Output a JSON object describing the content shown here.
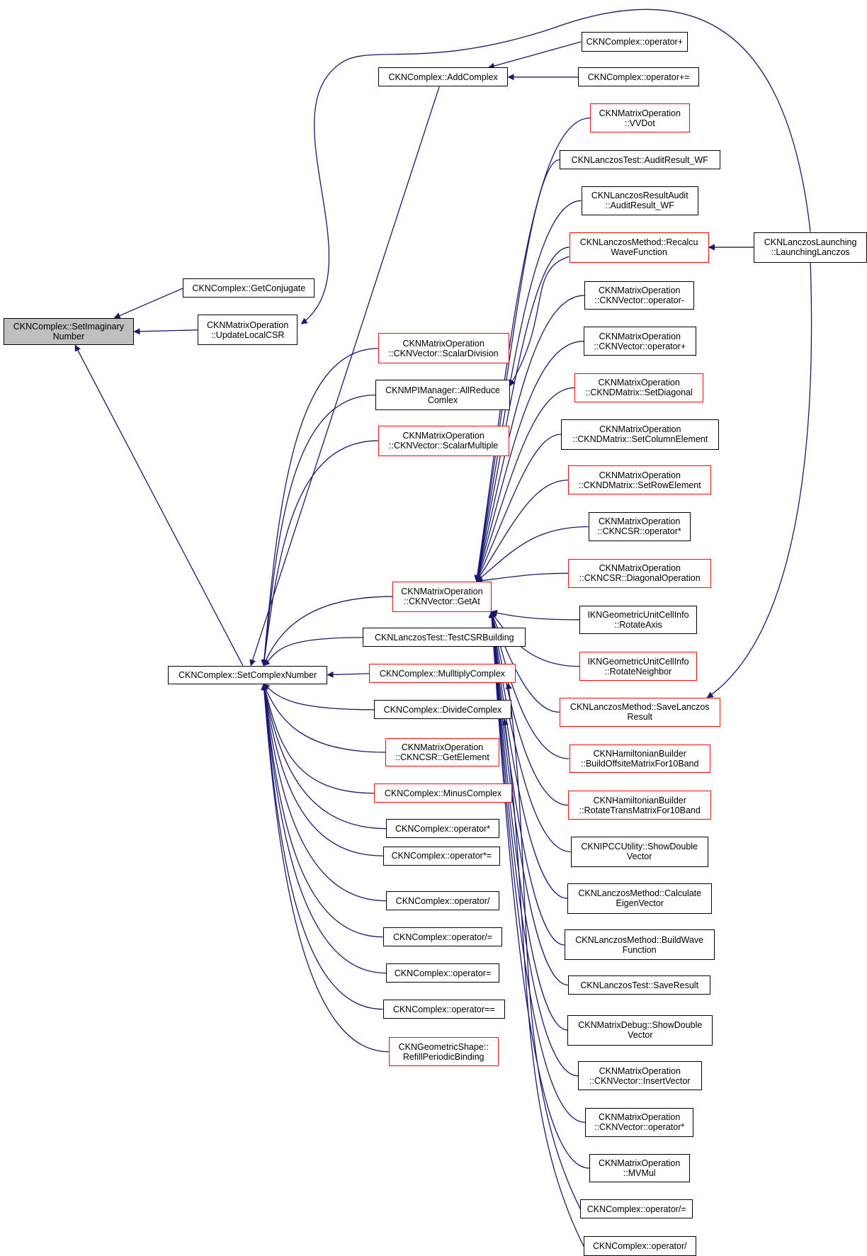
{
  "diagram": {
    "type": "doxygen-caller-graph",
    "colors": {
      "edge": "#191970",
      "box_border": "#000000",
      "box_border_incomplete": "#ff0000",
      "root_fill": "#bfbfbf",
      "box_fill": "#ffffff"
    },
    "nodes": [
      {
        "id": "n0",
        "label": "CKNComplex::SetImaginary\nNumber",
        "style": "root"
      },
      {
        "id": "n1",
        "label": "CKNComplex::GetConjugate",
        "style": "normal"
      },
      {
        "id": "n2",
        "label": "CKNMatrixOperation\n::UpdateLocalCSR",
        "style": "normal"
      },
      {
        "id": "n3",
        "label": "CKNComplex::SetComplexNumber",
        "style": "normal"
      },
      {
        "id": "n4",
        "label": "CKNComplex::AddComplex",
        "style": "normal"
      },
      {
        "id": "n5",
        "label": "CKNComplex::operator+",
        "style": "normal"
      },
      {
        "id": "n6",
        "label": "CKNComplex::operator+=",
        "style": "normal"
      },
      {
        "id": "n7",
        "label": "CKNMatrixOperation\n::VVDot",
        "style": "red"
      },
      {
        "id": "n8",
        "label": "CKNLanczosTest::AuditResult_WF",
        "style": "normal"
      },
      {
        "id": "n9",
        "label": "CKNLanczosResultAudit\n::AuditResult_WF",
        "style": "normal"
      },
      {
        "id": "n10",
        "label": "CKNLanczosMethod::Recalcu\nWaveFunction",
        "style": "red"
      },
      {
        "id": "n11",
        "label": "CKNLanczosLaunching\n::LaunchingLanczos",
        "style": "normal"
      },
      {
        "id": "n12",
        "label": "CKNMatrixOperation\n::CKNVector::operator-",
        "style": "normal"
      },
      {
        "id": "n13",
        "label": "CKNMatrixOperation\n::CKNVector::operator+",
        "style": "normal"
      },
      {
        "id": "n14",
        "label": "CKNMatrixOperation\n::CKNDMatrix::SetDiagonal",
        "style": "red"
      },
      {
        "id": "n15",
        "label": "CKNMatrixOperation\n::CKNDMatrix::SetColumnElement",
        "style": "normal"
      },
      {
        "id": "n16",
        "label": "CKNMatrixOperation\n::CKNDMatrix::SetRowElement",
        "style": "red"
      },
      {
        "id": "n17",
        "label": "CKNMatrixOperation\n::CKNCSR::operator*",
        "style": "normal"
      },
      {
        "id": "n18",
        "label": "CKNMatrixOperation\n::CKNCSR::DiagonalOperation",
        "style": "red"
      },
      {
        "id": "n19",
        "label": "IKNGeometricUnitCellInfo\n::RotateAxis",
        "style": "normal"
      },
      {
        "id": "n20",
        "label": "IKNGeometricUnitCellInfo\n::RotateNeighbor",
        "style": "red"
      },
      {
        "id": "n21",
        "label": "CKNLanczosMethod::SaveLanczos\nResult",
        "style": "red"
      },
      {
        "id": "n22",
        "label": "CKNHamiltonianBuilder\n::BuildOffsiteMatrixFor10Band",
        "style": "red"
      },
      {
        "id": "n23",
        "label": "CKNHamiltonianBuilder\n::RotateTransMatrixFor10Band",
        "style": "red"
      },
      {
        "id": "n24",
        "label": "CKNIPCCUtility::ShowDouble\nVector",
        "style": "normal"
      },
      {
        "id": "n25",
        "label": "CKNLanczosMethod::Calculate\nEigenVector",
        "style": "normal"
      },
      {
        "id": "n26",
        "label": "CKNLanczosMethod::BuildWave\nFunction",
        "style": "normal"
      },
      {
        "id": "n27",
        "label": "CKNLanczosTest::SaveResult",
        "style": "normal"
      },
      {
        "id": "n28",
        "label": "CKNMatrixDebug::ShowDouble\nVector",
        "style": "normal"
      },
      {
        "id": "n29",
        "label": "CKNMatrixOperation\n::CKNVector::InsertVector",
        "style": "normal"
      },
      {
        "id": "n30",
        "label": "CKNMatrixOperation\n::CKNVector::operator*",
        "style": "normal"
      },
      {
        "id": "n31",
        "label": "CKNMatrixOperation\n::MVMul",
        "style": "normal"
      },
      {
        "id": "n32",
        "label": "CKNComplex::operator/=",
        "style": "normal"
      },
      {
        "id": "n33",
        "label": "CKNComplex::operator/",
        "style": "normal"
      },
      {
        "id": "n34",
        "label": "CKNMatrixOperation\n::CKNVector::ScalarDivision",
        "style": "red"
      },
      {
        "id": "n35",
        "label": "CKNMPIManager::AllReduce\nComlex",
        "style": "normal"
      },
      {
        "id": "n36",
        "label": "CKNMatrixOperation\n::CKNVector::ScalarMultiple",
        "style": "red"
      },
      {
        "id": "n37",
        "label": "CKNMatrixOperation\n::CKNVector::GetAt",
        "style": "red"
      },
      {
        "id": "n38",
        "label": "CKNLanczosTest::TestCSRBuilding",
        "style": "normal"
      },
      {
        "id": "n39",
        "label": "CKNComplex::MulltiplyComplex",
        "style": "red"
      },
      {
        "id": "n40",
        "label": "CKNComplex::DivideComplex",
        "style": "normal"
      },
      {
        "id": "n41",
        "label": "CKNMatrixOperation\n::CKNCSR::GetElement",
        "style": "red"
      },
      {
        "id": "n42",
        "label": "CKNComplex::MinusComplex",
        "style": "red"
      },
      {
        "id": "n43",
        "label": "CKNComplex::operator*",
        "style": "normal"
      },
      {
        "id": "n44",
        "label": "CKNComplex::operator*=",
        "style": "normal"
      },
      {
        "id": "n45",
        "label": "CKNComplex::operator/",
        "style": "normal"
      },
      {
        "id": "n46",
        "label": "CKNComplex::operator/=",
        "style": "normal"
      },
      {
        "id": "n47",
        "label": "CKNComplex::operator=",
        "style": "normal"
      },
      {
        "id": "n48",
        "label": "CKNComplex::operator==",
        "style": "normal"
      },
      {
        "id": "n49",
        "label": "CKNGeometricShape::\nRefillPeriodicBinding",
        "style": "red"
      }
    ],
    "edges": [
      [
        "n1",
        "n0"
      ],
      [
        "n2",
        "n0"
      ],
      [
        "n3",
        "n0"
      ],
      [
        "n11",
        "n2"
      ],
      [
        "n5",
        "n4"
      ],
      [
        "n6",
        "n4"
      ],
      [
        "n4",
        "n3"
      ],
      [
        "n34",
        "n3"
      ],
      [
        "n35",
        "n3"
      ],
      [
        "n36",
        "n3"
      ],
      [
        "n37",
        "n3"
      ],
      [
        "n38",
        "n3"
      ],
      [
        "n39",
        "n3"
      ],
      [
        "n40",
        "n3"
      ],
      [
        "n41",
        "n3"
      ],
      [
        "n42",
        "n3"
      ],
      [
        "n43",
        "n3"
      ],
      [
        "n44",
        "n3"
      ],
      [
        "n45",
        "n3"
      ],
      [
        "n46",
        "n3"
      ],
      [
        "n47",
        "n3"
      ],
      [
        "n48",
        "n3"
      ],
      [
        "n49",
        "n3"
      ],
      [
        "n10",
        "n35"
      ],
      [
        "n11",
        "n10"
      ],
      [
        "n11",
        "n21"
      ],
      [
        "n7",
        "n37"
      ],
      [
        "n8",
        "n37"
      ],
      [
        "n9",
        "n37"
      ],
      [
        "n10",
        "n37"
      ],
      [
        "n12",
        "n37"
      ],
      [
        "n13",
        "n37"
      ],
      [
        "n14",
        "n37"
      ],
      [
        "n15",
        "n37"
      ],
      [
        "n16",
        "n37"
      ],
      [
        "n17",
        "n37"
      ],
      [
        "n18",
        "n37"
      ],
      [
        "n19",
        "n37"
      ],
      [
        "n20",
        "n37"
      ],
      [
        "n21",
        "n37"
      ],
      [
        "n22",
        "n37"
      ],
      [
        "n23",
        "n37"
      ],
      [
        "n24",
        "n37"
      ],
      [
        "n25",
        "n37"
      ],
      [
        "n26",
        "n37"
      ],
      [
        "n27",
        "n37"
      ],
      [
        "n28",
        "n37"
      ],
      [
        "n29",
        "n37"
      ],
      [
        "n30",
        "n37"
      ],
      [
        "n31",
        "n37"
      ],
      [
        "n32",
        "n39"
      ],
      [
        "n33",
        "n40"
      ]
    ]
  }
}
